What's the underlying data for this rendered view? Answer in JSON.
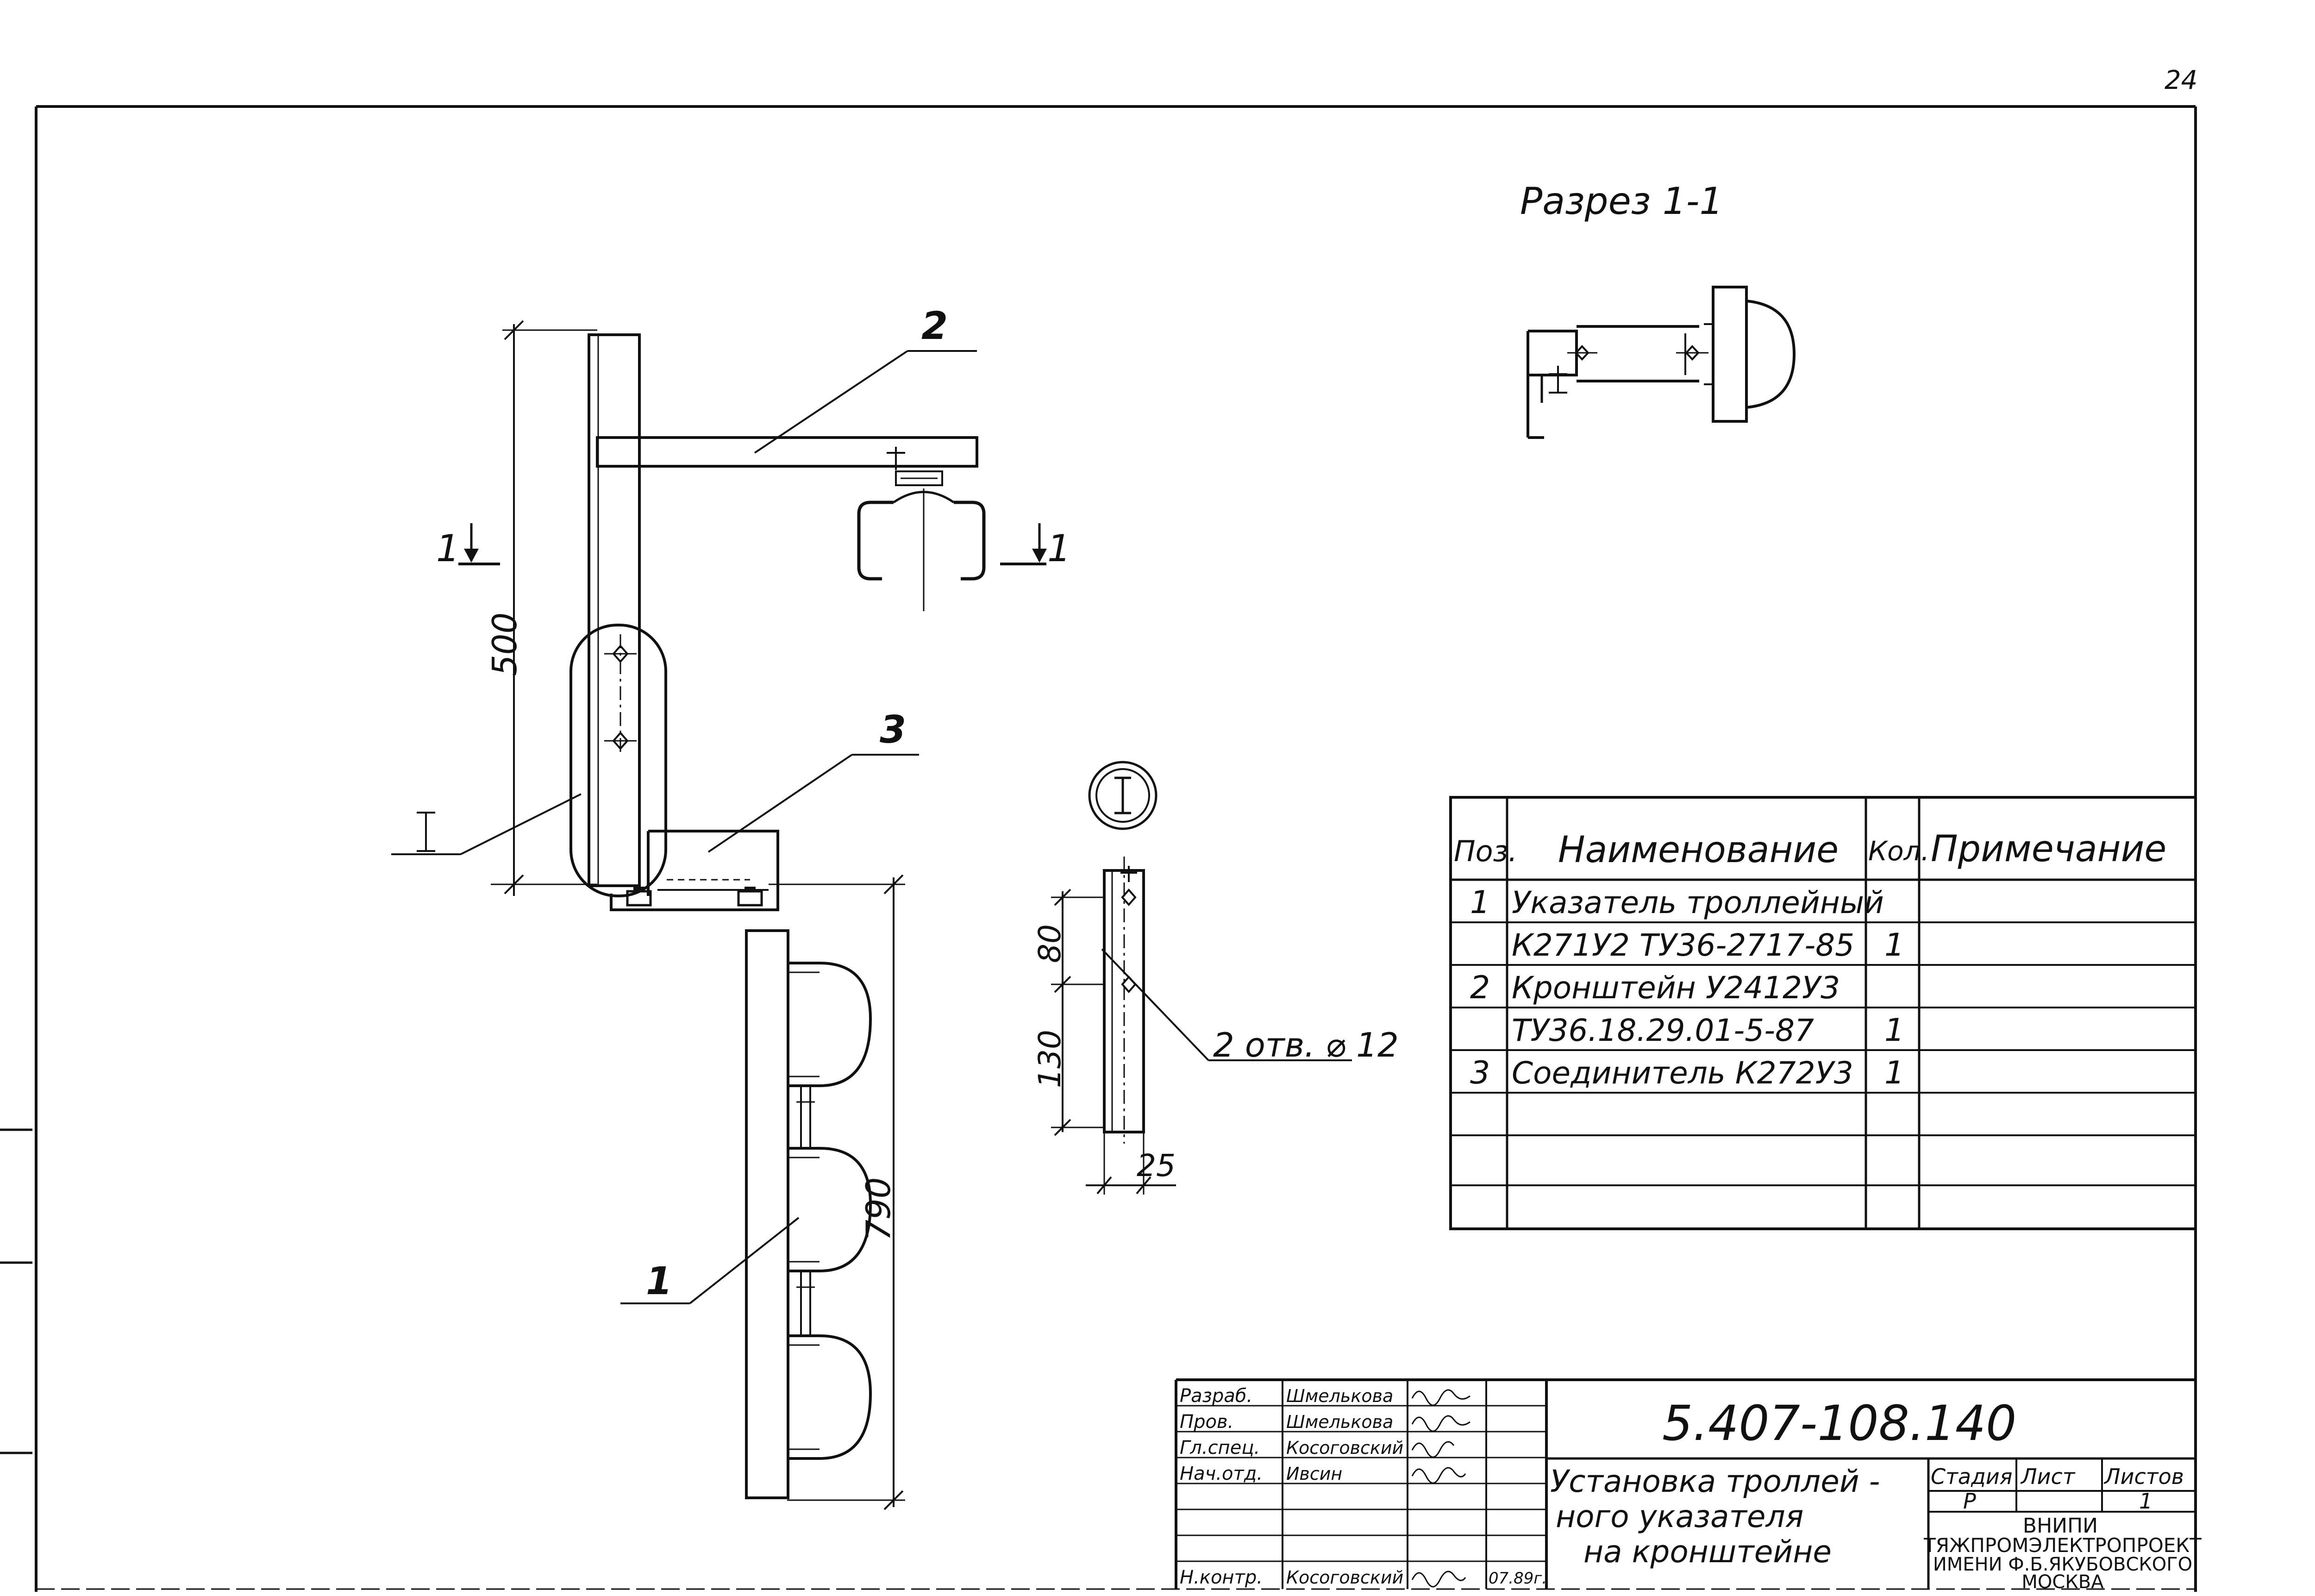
{
  "sheet_number": "24",
  "section_title": "Разрез 1-1",
  "section_marks": {
    "left": "1",
    "right": "1"
  },
  "detail_mark": "I",
  "callouts": {
    "pos1": "1",
    "pos2": "2",
    "pos3": "3",
    "detail": "I"
  },
  "dimensions": {
    "bracket_height": "500",
    "indicator_height": "790",
    "hole_spacing_top": "80",
    "hole_spacing_bottom": "130",
    "strip_width": "25",
    "holes_note": "2 отв. ⌀ 12"
  },
  "spec_table": {
    "headers": {
      "pos": "Поз.",
      "name": "Наименование",
      "qty": "Кол.",
      "note": "Примечание"
    },
    "rows": [
      {
        "pos": "1",
        "name": "Указатель троллейный",
        "qty": "",
        "note": ""
      },
      {
        "pos": "",
        "name": "К271У2 ТУ36-2717-85",
        "qty": "1",
        "note": ""
      },
      {
        "pos": "2",
        "name": "Кронштейн У2412У3",
        "qty": "",
        "note": ""
      },
      {
        "pos": "",
        "name": "ТУ36.18.29.01-5-87",
        "qty": "1",
        "note": ""
      },
      {
        "pos": "3",
        "name": "Соединитель К272У3",
        "qty": "1",
        "note": ""
      },
      {
        "pos": "",
        "name": "",
        "qty": "",
        "note": ""
      },
      {
        "pos": "",
        "name": "",
        "qty": "",
        "note": ""
      },
      {
        "pos": "",
        "name": "",
        "qty": "",
        "note": ""
      }
    ]
  },
  "title_block": {
    "doc_code": "5.407-108.140",
    "title_lines": [
      "Установка троллей -",
      "ного указателя",
      "на кронштейне"
    ],
    "stage_label": "Стадия",
    "sheet_label": "Лист",
    "sheets_label": "Листов",
    "stage_value": "Р",
    "sheets_value": "1",
    "org_lines": [
      "ВНИПИ",
      "ТЯЖПРОМЭЛЕКТРОПРОЕКТ",
      "ИМЕНИ Ф.Б.ЯКУБОВСКОГО",
      "МОСКВА"
    ],
    "signatures": [
      {
        "role": "Разраб.",
        "name": "Шмелькова"
      },
      {
        "role": "Пров.",
        "name": "Шмелькова"
      },
      {
        "role": "Гл.спец.",
        "name": "Косоговский"
      },
      {
        "role": "Нач.отд.",
        "name": "Ивсин"
      },
      {
        "role": "",
        "name": ""
      },
      {
        "role": "",
        "name": ""
      },
      {
        "role": "",
        "name": ""
      },
      {
        "role": "Н.контр.",
        "name": "Косоговский"
      }
    ],
    "date": "07.89г."
  }
}
